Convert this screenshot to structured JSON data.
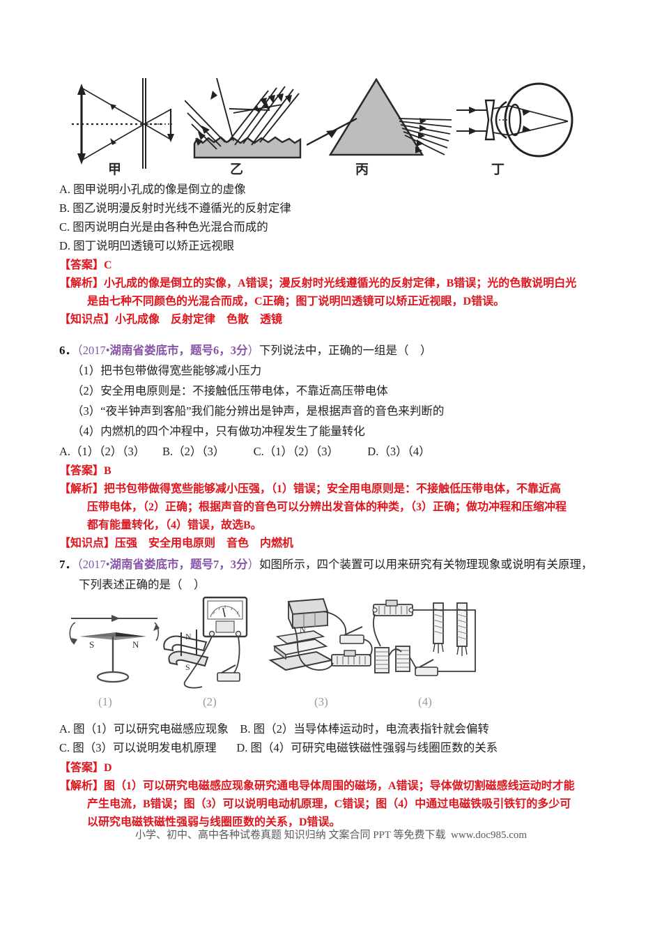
{
  "figure_optics": {
    "captions": [
      "甲",
      "乙",
      "丙",
      "丁"
    ],
    "panels": [
      {
        "name": "pinhole-camera-diagram",
        "label": "甲"
      },
      {
        "name": "diffuse-reflection-diagram",
        "label": "乙"
      },
      {
        "name": "prism-dispersion-diagram",
        "label": "丙"
      },
      {
        "name": "eye-concave-lens-diagram",
        "label": "丁"
      }
    ]
  },
  "question5": {
    "options": [
      "A. 图甲说明小孔成的像是倒立的虚像",
      "B. 图乙说明漫反射时光线不遵循光的反射定律",
      "C. 图丙说明白光是由各种色光混合而成的",
      "D. 图丁说明凹透镜可以矫正远视眼"
    ],
    "answer_label": "【答案】",
    "answer_value": "C",
    "analysis_label": "【解析】",
    "analysis_line1": "小孔成的像是倒立的实像，A错误；漫反射时光线遵循光的反射定律，B错误；光的色散说明白光",
    "analysis_line2": "是由七种不同颜色的光混合而成，C正确；图丁说明凹透镜可以矫正近视眼，D错误。",
    "knowledge_label": "【知识点】",
    "knowledge_value": "小孔成像　反射定律　色散　透镜"
  },
  "question6": {
    "number": "6．",
    "source_open": "（2017•",
    "source_bold": "湖南省娄底市，题号6，3分",
    "source_close": "）",
    "stem": "下列说法中，正确的一组是（　）",
    "items": [
      "（1）把书包带做得宽些能够减小压力",
      "（2）安全用电原则是：不接触低压带电体，不靠近高压带电体",
      "（3）“夜半钟声到客船”我们能分辨出是钟声，是根据声音的音色来判断的",
      "（4）内燃机的四个冲程中，只有做功冲程发生了能量转化"
    ],
    "choices": "A.（1）（2）（3）　　B.（2）（3）　　　C.（1）（2）（3）　　　D.（3）（4）",
    "answer_label": "【答案】",
    "answer_value": "B",
    "analysis_label": "【解析】",
    "analysis_line1": "把书包带做得宽些能够减小压强，（1）错误；安全用电原则是：不接触低压带电体，不靠近高",
    "analysis_line2": "压带电体，（2）正确；根据声音的音色可以分辨出发音体的种类，（3）正确；做功冲程和压缩冲程",
    "analysis_line3": "都有能量转化，（4）错误，故选B。",
    "knowledge_label": "【知识点】",
    "knowledge_value": "压强　安全用电原则　音色　内燃机"
  },
  "question7": {
    "number": "7．",
    "source_open": "（2017•",
    "source_bold": "湖南省娄底市，题号7，3分",
    "source_close": "）",
    "stem_line1": "如图所示，四个装置可以用来研究有关物理现象或说明有关原理，",
    "stem_line2": "下列表述正确的是（　）",
    "figure": {
      "captions": [
        "(1)",
        "(2)",
        "(3)",
        "(4)"
      ],
      "panels": [
        {
          "name": "compass-current-wire-diagram",
          "label": "(1)",
          "markers": [
            "S",
            "N"
          ]
        },
        {
          "name": "galvanometer-conductor-magnet-diagram",
          "label": "(2)",
          "markers": [
            "N",
            "S"
          ]
        },
        {
          "name": "battery-motor-magnet-diagram",
          "label": "(3)",
          "markers": [
            "N"
          ]
        },
        {
          "name": "electromagnet-nails-diagram",
          "label": "(4)",
          "markers": []
        }
      ]
    },
    "options_row1": [
      "A. 图（1）可以研究电磁感应现象",
      "B. 图（2）当导体棒运动时，电流表指针就会偏转"
    ],
    "options_row2": [
      "C. 图（3）可以说明发电机原理",
      "D. 图（4）可研究电磁铁磁性强弱与线圈匝数的关系"
    ],
    "answer_label": "【答案】",
    "answer_value": "D",
    "analysis_label": "【解析】",
    "analysis_line1": "图（1）可以研究电磁感应现象研究通电导体周围的磁场，A错误；导体做切割磁感线运动时才能",
    "analysis_line2": "产生电流，B错误；图（3）可以说明电动机原理，C错误；图（4）中通过电磁铁吸引铁钉的多少可",
    "analysis_line3": "以研究电磁铁磁性强弱与线圈匝数的关系，D错误。"
  },
  "footer": {
    "text": "小学、初中、高中各种试卷真题 知识归纳 文案合同 PPT 等免费下载",
    "url": "www.doc985.com"
  },
  "colors": {
    "red": "#e0141c",
    "purple": "#8856a8",
    "body": "#222222",
    "figure_grey": "#b9b9b9",
    "caption_grey": "#9a9a9a"
  }
}
